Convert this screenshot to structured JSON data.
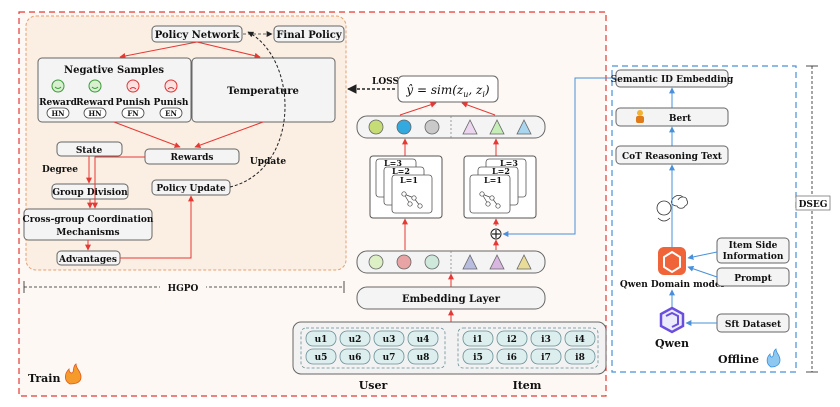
{
  "train": {
    "label": "Train",
    "hgpo": {
      "policy_network": "Policy Network",
      "final_policy": "Final Policy",
      "negative_samples": {
        "title": "Negative Samples",
        "items": [
          {
            "label": "Reward",
            "tag": "HN",
            "face": "happy"
          },
          {
            "label": "Reward",
            "tag": "HN",
            "face": "happy"
          },
          {
            "label": "Punish",
            "tag": "FN",
            "face": "sad"
          },
          {
            "label": "Punish",
            "tag": "EN",
            "face": "sad"
          }
        ]
      },
      "temperature": "Temperature",
      "state": "State",
      "degree": "Degree",
      "group_division": "Group Division",
      "rewards": "Rewards",
      "policy_update": "Policy Update",
      "update": "Update",
      "cross_group_line1": "Cross-group Coordination",
      "cross_group_line2": "Mechanisms",
      "advantages": "Advantages",
      "hgpo_label": "HGPO"
    },
    "loss": "LOSS",
    "similarity": "ŷ = sim(z",
    "similarity_sub_u": "u",
    "similarity_mid": ", z",
    "similarity_sub_i": "i",
    "similarity_end": ")",
    "layers": [
      "L=3",
      "L=2",
      "L=1"
    ],
    "embedding_layer": "Embedding Layer",
    "users": [
      "u1",
      "u2",
      "u3",
      "u4",
      "u5",
      "u6",
      "u7",
      "u8"
    ],
    "items": [
      "i1",
      "i2",
      "i3",
      "i4",
      "i5",
      "i6",
      "i7",
      "i8"
    ],
    "user_label": "User",
    "item_label": "Item",
    "colors": {
      "red": "#e53935",
      "blue": "#4a90d9",
      "panel": "#fdf3e8"
    }
  },
  "offline": {
    "label": "Offline",
    "semantic_id": "Semantic ID Embedding",
    "bert": "Bert",
    "cot": "CoT Reasoning Text",
    "item_side_line1": "Item Side",
    "item_side_line2": "Information",
    "prompt": "Prompt",
    "qwen_domain": "Qwen Domain model",
    "qwen": "Qwen",
    "sft": "Sft Dataset",
    "dseg": "DSEG"
  }
}
